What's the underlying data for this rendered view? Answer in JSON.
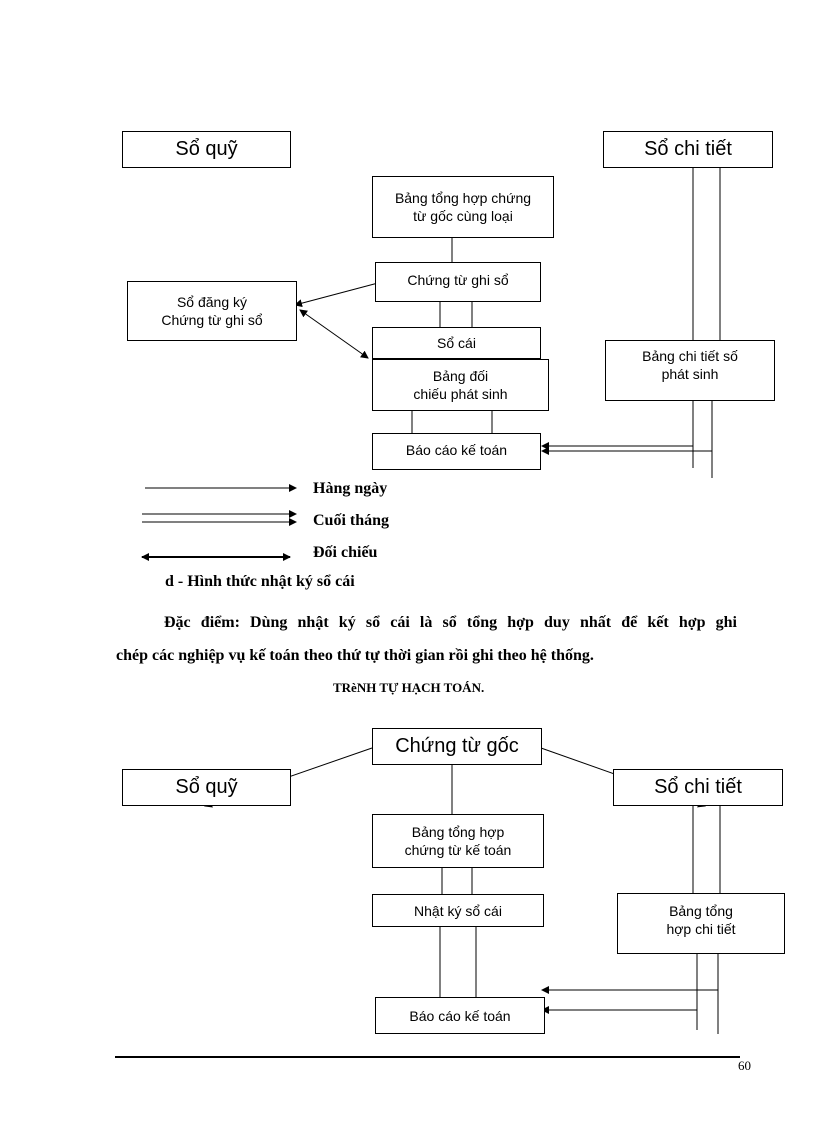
{
  "diagram1": {
    "so_quy": "Sổ quỹ",
    "so_chi_tiet": "Sổ chi tiết",
    "bang_tong_hop": "Bảng tổng hợp chứng\ntừ gốc cùng  loại",
    "chung_tu_ghi_so": "Chứng từ ghi sổ",
    "so_dang_ky": "Sổ đăng ký\nChứng từ ghi sổ",
    "so_cai": "Sổ cái",
    "bang_doi_chieu": "Bảng đối\nchiếu phát sinh",
    "bang_chi_tiet": "Bảng chi tiết số\nphát sinh",
    "bao_cao": "Báo cáo kế toán"
  },
  "legend": {
    "daily": "Hàng ngày",
    "monthly": "Cuối tháng",
    "compare": "Đối chiếu"
  },
  "section_title": "d - Hình thức nhật ký sổ cái",
  "paragraph_line1": "Đặc điểm: Dùng nhật ký sổ cái là sổ tổng hợp duy nhất để kết hợp ghi",
  "paragraph_line2": "chép các nghiệp vụ kế toán theo thứ tự thời gian rồi ghi theo hệ thống.",
  "subheading": "TRèNH TỰ HẠCH TOÁN.",
  "diagram2": {
    "chung_tu_goc": "Chứng từ gốc",
    "so_quy": "Sổ quỹ",
    "so_chi_tiet": "Sổ chi tiết",
    "bang_tong_hop": "Bảng tổng hợp\nchứng từ kế toán",
    "nhat_ky_so_cai": "Nhật ký sổ cái",
    "bang_tong_chi_tiet": "Bảng tổng\nhợp  chi tiết",
    "bao_cao": "Báo cáo kế toán"
  },
  "page_number": "60"
}
